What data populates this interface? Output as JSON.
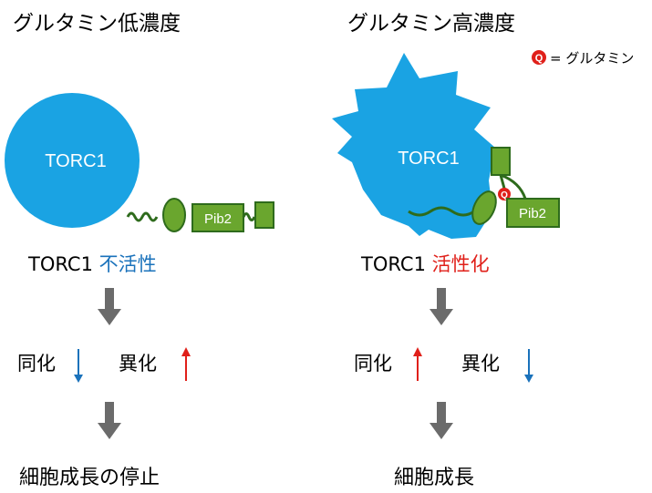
{
  "colors": {
    "torc1": "#1aa3e3",
    "pib2_fill": "#6aa62e",
    "pib2_stroke": "#2e6b1c",
    "coil": "#2e6b1c",
    "blue_text": "#1a72bb",
    "red_text": "#e0201a",
    "arrow_gray": "#6b6b6b",
    "up_arrow": "#e0201a",
    "down_arrow": "#1a72bb",
    "q_badge": "#e0201a"
  },
  "legend": {
    "symbol": "Q",
    "text": "= グルタミン"
  },
  "left": {
    "title": "グルタミン低濃度",
    "torc1_label": "TORC1",
    "pib2_label": "Pib2",
    "state_prefix": "TORC1",
    "state_word": "不活性",
    "anabolism": "同化",
    "anabolism_dir": "down",
    "catabolism": "異化",
    "catabolism_dir": "up",
    "outcome": "細胞成長の停止"
  },
  "right": {
    "title": "グルタミン高濃度",
    "torc1_label": "TORC1",
    "pib2_label": "Pib2",
    "q_label": "Q",
    "state_prefix": "TORC1",
    "state_word": "活性化",
    "anabolism": "同化",
    "anabolism_dir": "up",
    "catabolism": "異化",
    "catabolism_dir": "down",
    "outcome": "細胞成長"
  }
}
